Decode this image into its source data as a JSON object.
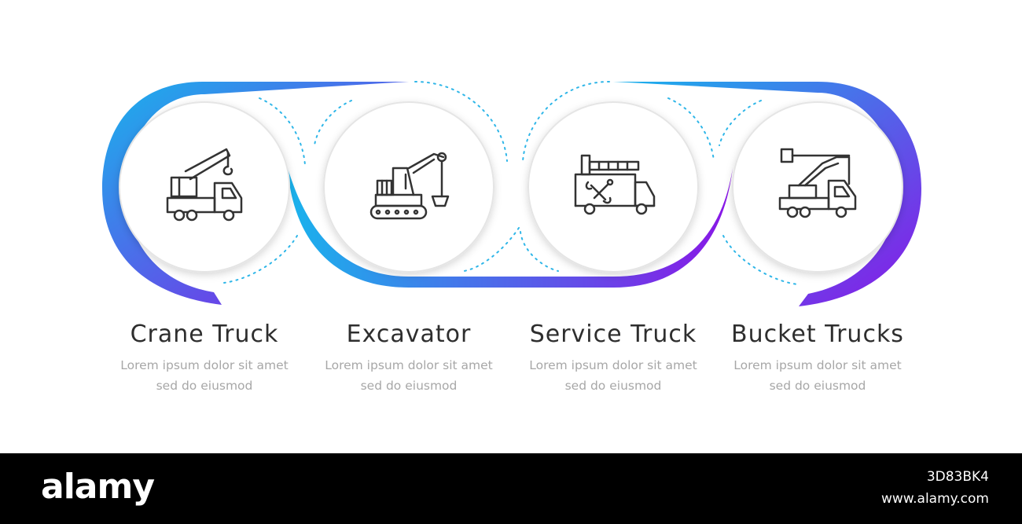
{
  "steps": [
    {
      "title": "Crane Truck",
      "desc_line1": "Lorem ipsum dolor sit amet",
      "desc_line2": "sed do eiusmod",
      "icon": "crane-truck-icon"
    },
    {
      "title": "Excavator",
      "desc_line1": "Lorem ipsum dolor sit amet",
      "desc_line2": "sed do eiusmod",
      "icon": "excavator-icon"
    },
    {
      "title": "Service Truck",
      "desc_line1": "Lorem ipsum dolor sit amet",
      "desc_line2": "sed do eiusmod",
      "icon": "service-truck-icon"
    },
    {
      "title": "Bucket Trucks",
      "desc_line1": "Lorem ipsum dolor sit amet",
      "desc_line2": "sed do eiusmod",
      "icon": "bucket-truck-icon"
    }
  ],
  "colors": {
    "gradient_start": "#19b3ec",
    "gradient_end": "#8a16e6",
    "dots": "#2fb6e8",
    "icon_stroke": "#333333"
  },
  "watermark": {
    "logo": "alamy",
    "image_id": "3D83BK4",
    "url": "www.alamy.com"
  }
}
